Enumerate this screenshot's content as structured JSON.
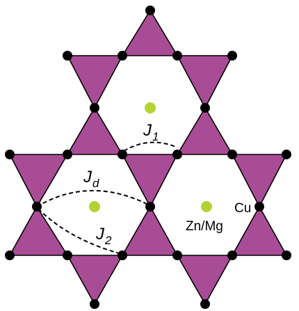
{
  "labels": {
    "j1": {
      "main": "J",
      "sub": "1"
    },
    "jd": {
      "main": "J",
      "sub": "d"
    },
    "j2": {
      "main": "J",
      "sub": "2"
    },
    "cu": "Cu",
    "zn_mg": "Zn/Mg"
  },
  "colors": {
    "triangle_fill": "#A94C96",
    "site": "#000000",
    "dopant": "#B3D334"
  }
}
